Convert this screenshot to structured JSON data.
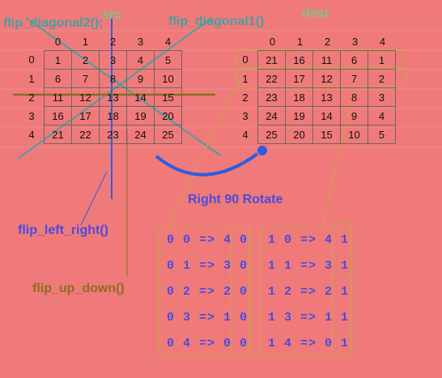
{
  "labels": {
    "src": "src",
    "dest": "dest",
    "flip_diagonal2": "flip_diagonal2();",
    "flip_diagonal1": "flip_diagonal1()",
    "flip_left_right": "flip_left_right()",
    "flip_up_down": "flip_up_down()",
    "rotate": "Right 90 Rotate"
  },
  "src": {
    "col_headers": [
      "0",
      "1",
      "2",
      "3",
      "4"
    ],
    "row_headers": [
      "0",
      "1",
      "2",
      "3",
      "4"
    ],
    "rows": [
      [
        "1",
        "2",
        "3",
        "4",
        "5"
      ],
      [
        "6",
        "7",
        "8",
        "9",
        "10"
      ],
      [
        "11",
        "12",
        "13",
        "14",
        "15"
      ],
      [
        "16",
        "17",
        "18",
        "19",
        "20"
      ],
      [
        "21",
        "22",
        "23",
        "24",
        "25"
      ]
    ]
  },
  "dest": {
    "col_headers": [
      "0",
      "1",
      "2",
      "3",
      "4"
    ],
    "row_headers": [
      "0",
      "1",
      "2",
      "3",
      "4"
    ],
    "rows": [
      [
        "21",
        "16",
        "11",
        "6",
        "1"
      ],
      [
        "22",
        "17",
        "12",
        "7",
        "2"
      ],
      [
        "23",
        "18",
        "13",
        "8",
        "3"
      ],
      [
        "24",
        "19",
        "14",
        "9",
        "4"
      ],
      [
        "25",
        "20",
        "15",
        "10",
        "5"
      ]
    ]
  },
  "mapping_left": [
    "0 0 => 4 0",
    "0 1 => 3 0",
    "0 2 => 2 0",
    "0 3 => 1 0",
    "0 4 => 0 0"
  ],
  "mapping_right": [
    "1 0 => 4 1",
    "1 1 => 3 1",
    "1 2 => 2 1",
    "1 3 => 1 1",
    "1 4 => 0 1"
  ],
  "colors": {
    "background": "#f07a7a",
    "diagonal_lines": "#4a9ea0",
    "vertical_line": "#2b5de0",
    "horizontal_line": "#8a6e1e",
    "rotate_arrow": "#2b5de0",
    "highlight_box": "#c9a24a"
  }
}
